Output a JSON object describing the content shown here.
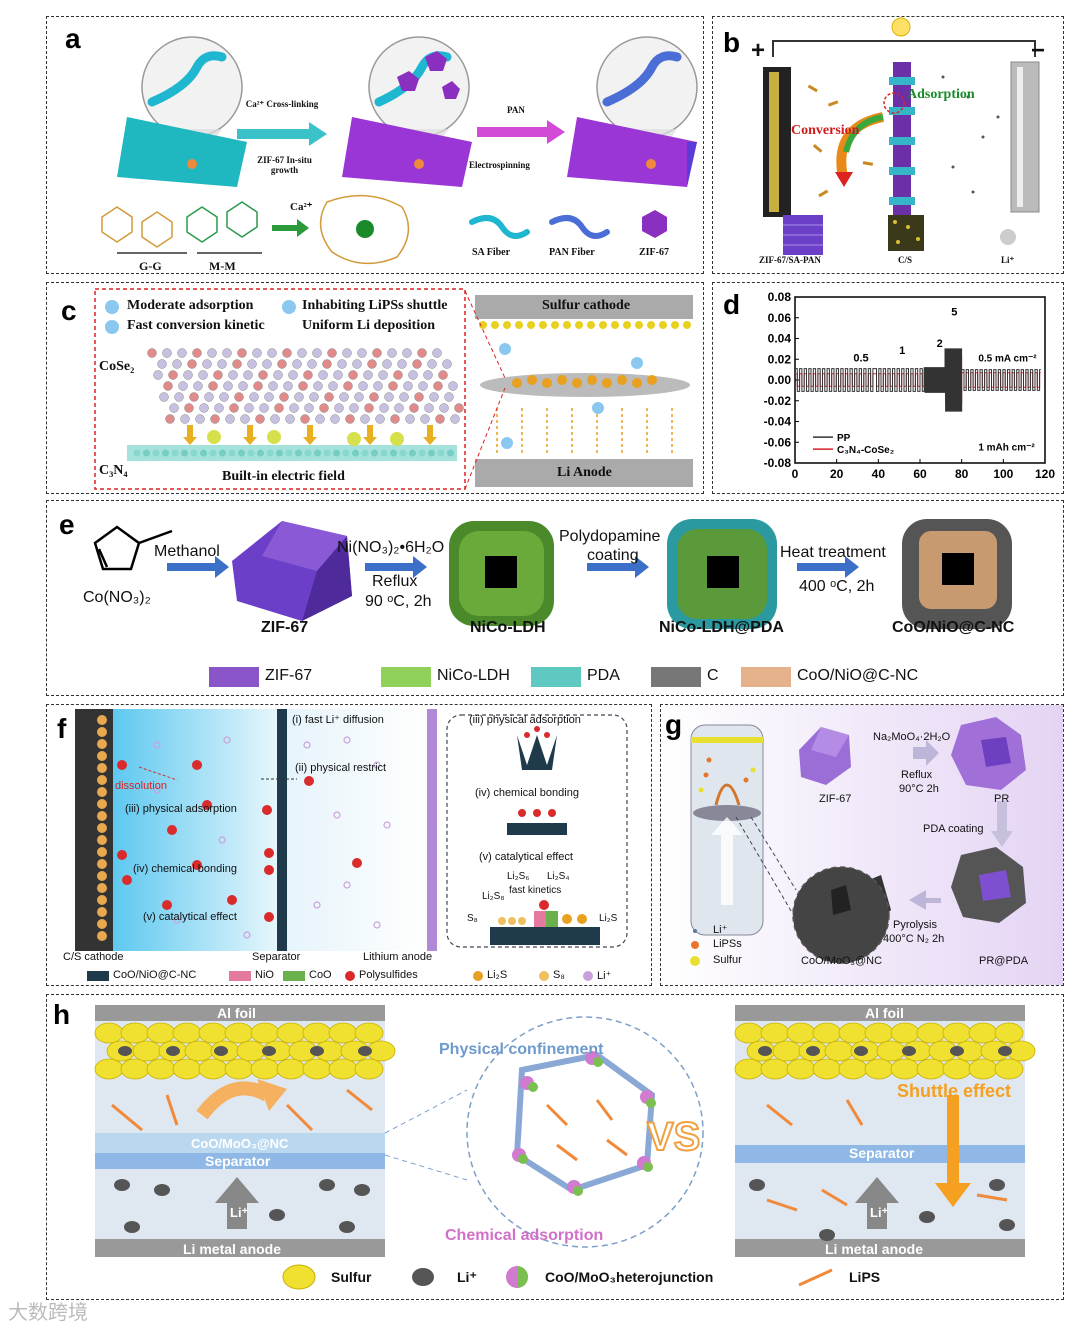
{
  "a": {
    "label": "a",
    "ca_cross": "Ca²⁺ Cross-linking",
    "zif_growth": "ZIF-67 In-situ growth",
    "pan": "PAN",
    "electrospinning": "Electrospinning",
    "gg": "G-G",
    "mm": "M-M",
    "ca2": "Ca²⁺",
    "sa_fiber": "SA Fiber",
    "pan_fiber": "PAN Fiber",
    "zif67": "ZIF-67"
  },
  "b": {
    "label": "b",
    "plus": "+",
    "minus": "−",
    "adsorption": "Adsorption",
    "conversion": "Conversion",
    "zif_sa_pan": "ZIF-67/SA-PAN",
    "cs": "C/S",
    "li": "Li⁺"
  },
  "c": {
    "label": "c",
    "f1": "Moderate adsorption",
    "f2": "Inhabiting LiPSs shuttle",
    "f3": "Fast conversion kinetic",
    "f4": "Uniform Li deposition",
    "cose2": "CoSe₂",
    "c3n4": "C₃N₄",
    "field": "Built-in electric field",
    "cathode": "Sulfur cathode",
    "anode": "Li Anode"
  },
  "d": {
    "label": "d",
    "chart_data": {
      "type": "line",
      "x_ticks": [
        "0",
        "20",
        "40",
        "60",
        "80",
        "100",
        "120"
      ],
      "y_ticks": [
        "0.08",
        "0.06",
        "0.04",
        "0.02",
        "0.00",
        "-0.02",
        "-0.04",
        "-0.06",
        "-0.08"
      ],
      "xlim": [
        0,
        120
      ],
      "ylim": [
        -0.08,
        0.08
      ],
      "annotations": [
        "0.5",
        "1",
        "2",
        "5",
        "0.5 mA cm⁻²",
        "1 mAh cm⁻²"
      ],
      "series": [
        {
          "name": "PP",
          "color": "#333333",
          "segments": [
            {
              "x": [
                0,
                38
              ],
              "amp": 0.011
            },
            {
              "x": [
                38,
                62
              ],
              "amp": 0.011
            },
            {
              "x": [
                62,
                72
              ],
              "amp": 0.012
            },
            {
              "x": [
                72,
                80
              ],
              "amp": 0.03
            },
            {
              "x": [
                80,
                118
              ],
              "amp": 0.01
            }
          ]
        },
        {
          "name": "C₃N₄-CoSe₂",
          "color": "#d6202a",
          "segments": [
            {
              "x": [
                0,
                38
              ],
              "amp": 0.006
            },
            {
              "x": [
                38,
                62
              ],
              "amp": 0.006
            },
            {
              "x": [
                62,
                72
              ],
              "amp": 0.01
            },
            {
              "x": [
                72,
                80
              ],
              "amp": 0.022
            },
            {
              "x": [
                80,
                118
              ],
              "amp": 0.007
            }
          ]
        }
      ]
    }
  },
  "e": {
    "label": "e",
    "methanol": "Methanol",
    "coNO3": "Co(NO₃)₂",
    "ni_no3": "Ni(NO₃)₂•6H₂O",
    "reflux": "Reflux",
    "cond1": "90 ᵒC, 2h",
    "pda_coating1": "Polydopamine",
    "pda_coating2": "coating",
    "heat": "Heat treatment",
    "cond2": "400 ᵒC, 2h",
    "zif": "ZIF-67",
    "ldh": "NiCo-LDH",
    "ldhpda": "NiCo-LDH@PDA",
    "final": "CoO/NiO@C-NC",
    "legend": [
      {
        "label": "ZIF-67",
        "color": "#8a55c8"
      },
      {
        "label": "NiCo-LDH",
        "color": "#8fd15a"
      },
      {
        "label": "PDA",
        "color": "#5fc8c0"
      },
      {
        "label": "C",
        "color": "#777777"
      },
      {
        "label": "CoO/NiO@C-NC",
        "color": "#e6b28c"
      }
    ]
  },
  "f": {
    "label": "f",
    "i": "(i) fast Li⁺ diffusion",
    "ii": "(ii) physical restrict",
    "dissolution": "dissolution",
    "iii": "(iii) physical adsorption",
    "iv": "(iv) chemical bonding",
    "v": "(v) catalytical effect",
    "cs_cathode": "C/S cathode",
    "separator": "Separator",
    "li_anode": "Lithium anode",
    "box_iii": "(iii) physical adsorption",
    "box_iv": "(iv) chemical bonding",
    "box_v": "(v) catalytical effect",
    "li2s6": "Li₂S₆",
    "li2s4": "Li₂S₄",
    "li2s8": "Li₂S₈",
    "s8": "S₈",
    "li2s": "Li₂S",
    "fast_kin": "fast kinetics",
    "legend": [
      {
        "label": "CoO/NiO@C-NC",
        "color": "#1f3a4a"
      },
      {
        "label": "NiO",
        "color": "#e47aa0"
      },
      {
        "label": "CoO",
        "color": "#6ab04c"
      },
      {
        "label": "Polysulfides",
        "color": "#d92b2b"
      },
      {
        "label": "Li₂S",
        "color": "#e8a020"
      },
      {
        "label": "S₈",
        "color": "#f0c060"
      },
      {
        "label": "Li⁺",
        "color": "#c9a0dc"
      }
    ]
  },
  "g": {
    "label": "g",
    "zif": "ZIF-67",
    "reagent": "Na₂MoO₄·2H₂O",
    "reflux": "Reflux",
    "cond1": "90°C 2h",
    "pr": "PR",
    "pda": "PDA coating",
    "pyro": "Pyrolysis",
    "cond2": "400°C N₂ 2h",
    "final": "CoO/MoO₃@NC",
    "prpda": "PR@PDA",
    "leg_li": "Li⁺",
    "leg_lipss": "LiPSs",
    "leg_s": "Sulfur"
  },
  "h": {
    "label": "h",
    "al": "Al foil",
    "coating": "CoO/MoO₃@NC",
    "separator": "Separator",
    "li": "Li⁺",
    "anode": "Li metal anode",
    "phys": "Physical confinement",
    "chem": "Chemical adsorption",
    "vs": "VS",
    "shuttle": "Shuttle effect",
    "al2": "Al foil",
    "separator2": "Separator",
    "li2": "Li⁺",
    "anode2": "Li metal anode",
    "legend_sulfur": "Sulfur",
    "legend_li": "Li⁺",
    "legend_het": "CoO/MoO₃heterojunction",
    "legend_lips": "LiPS"
  },
  "watermark": "大数跨境"
}
